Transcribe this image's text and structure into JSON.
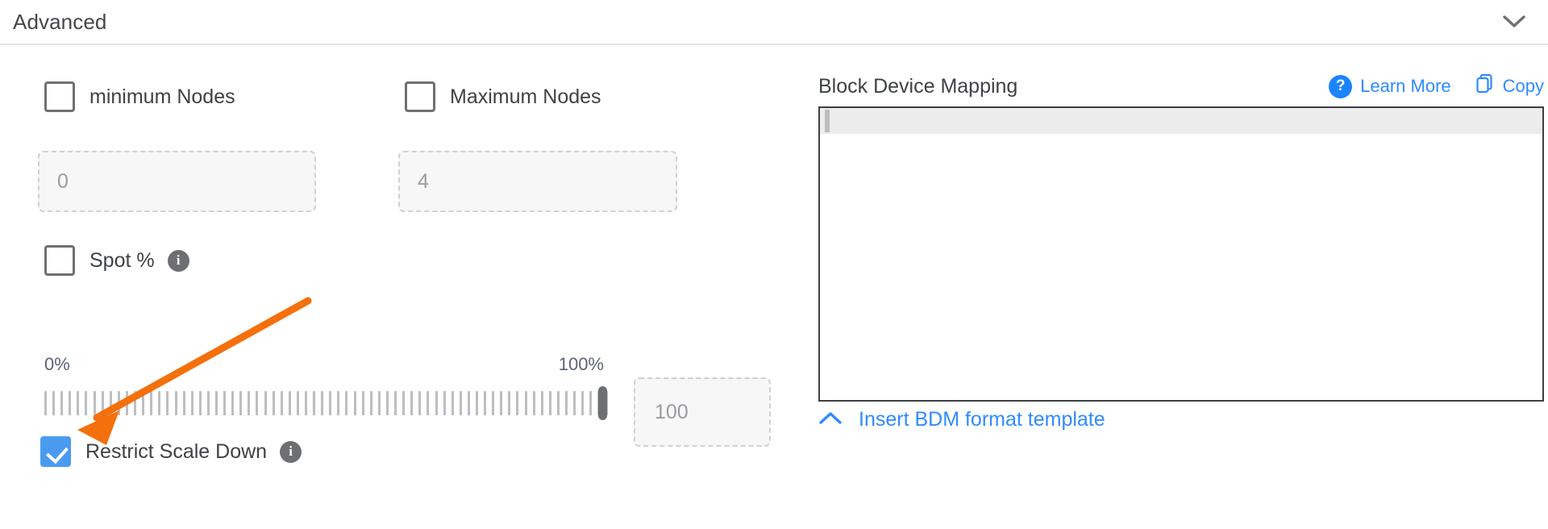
{
  "section": {
    "title": "Advanced",
    "collapse_icon": "chevron-down-icon"
  },
  "left": {
    "min_nodes": {
      "label": "minimum Nodes",
      "checked": false,
      "input_value": "0"
    },
    "max_nodes": {
      "label": "Maximum Nodes",
      "checked": false,
      "input_value": "4"
    },
    "spot": {
      "label": "Spot %",
      "checked": false,
      "info_icon": "info-icon",
      "info_glyph": "i"
    },
    "slider": {
      "min_label": "0%",
      "max_label": "100%",
      "value": "100",
      "value_box": "100"
    },
    "restrict_scale_down": {
      "label": "Restrict Scale Down",
      "checked": true,
      "info_icon": "info-icon",
      "info_glyph": "i"
    }
  },
  "right": {
    "title": "Block Device Mapping",
    "learn_more": "Learn More",
    "help_glyph": "?",
    "copy": "Copy",
    "editor_content": "",
    "insert_template": "Insert BDM format template",
    "insert_icon": "chevron-up-icon"
  },
  "colors": {
    "link_blue": "#2f8bfd",
    "checkbox_blue": "#4a9bf0",
    "annotation_orange": "#f4700c",
    "text_dark": "#3f4245",
    "muted": "#9a9c9f"
  },
  "annotation": {
    "type": "arrow",
    "color": "#f4700c",
    "points_to": "restrict-scale-down-checkbox"
  }
}
